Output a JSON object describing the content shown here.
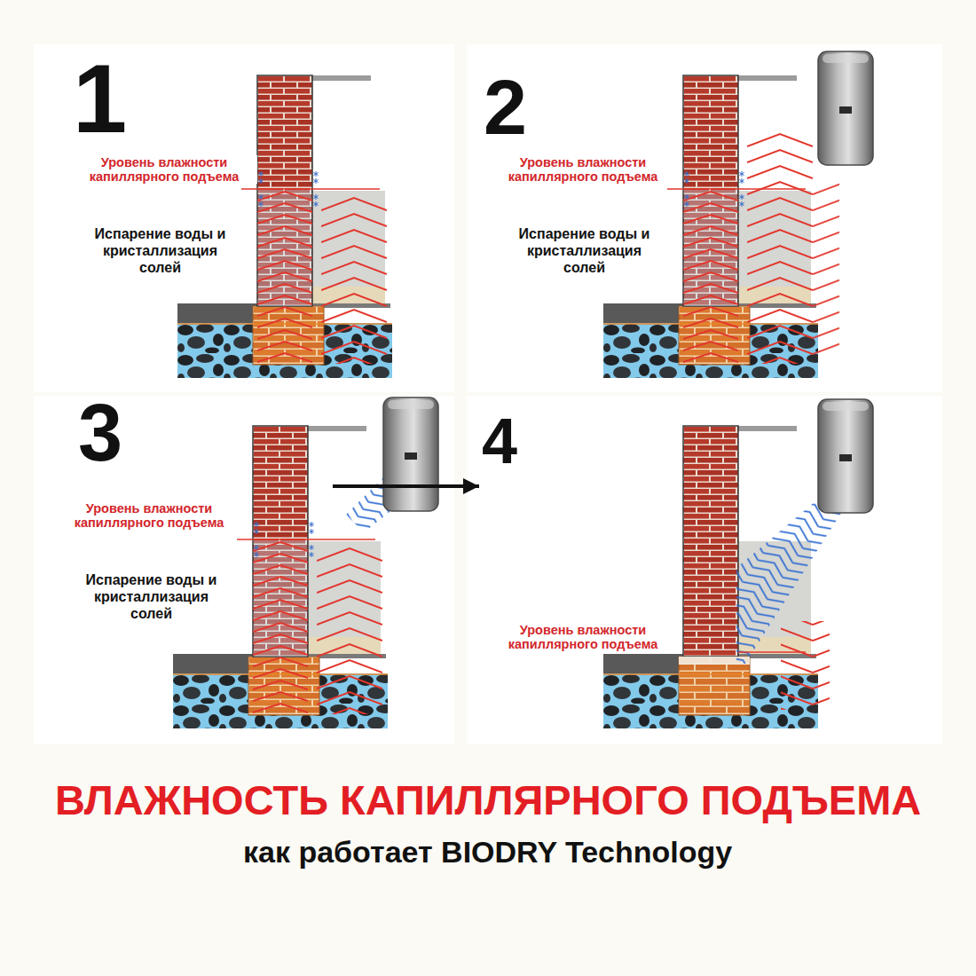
{
  "diagram": {
    "title": "ВЛАЖНОСТЬ КАПИЛЛЯРНОГО ПОДЪЕМА",
    "caption": "как работает BIODRY Technology",
    "nodes": [
      {
        "text": [
          "1",
          "Уровень влажности капиллярного подъема",
          "Испарение воды и кристаллизация солей"
        ]
      },
      {
        "text": [
          "2",
          "Уровень влажности капиллярного подъема",
          "Испарение воды и кристаллизация солей"
        ]
      },
      {
        "text": [
          "3",
          "Уровень влажности капиллярного подъема",
          "Испарение воды и кристаллизация солей"
        ]
      },
      {
        "text": [
          "4",
          "Уровень влажности капиллярного подъема"
        ]
      }
    ],
    "edges": [
      {
        "from": 2,
        "to": 3,
        "arrow": "to"
      }
    ]
  }
}
